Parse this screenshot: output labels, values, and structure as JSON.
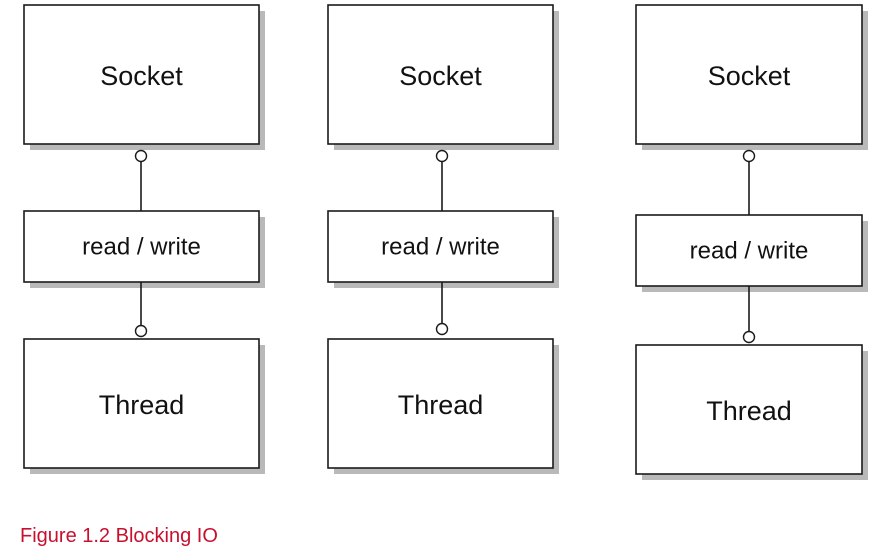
{
  "diagram": {
    "columns": [
      {
        "socket_label": "Socket",
        "io_label": "read / write",
        "thread_label": "Thread"
      },
      {
        "socket_label": "Socket",
        "io_label": "read / write",
        "thread_label": "Thread"
      },
      {
        "socket_label": "Socket",
        "io_label": "read / write",
        "thread_label": "Thread"
      }
    ]
  },
  "caption": "Figure 1.2 Blocking IO",
  "colors": {
    "caption": "#c8102e",
    "box_border": "#1a1a1a",
    "box_shadow": "#b9b9b9"
  }
}
